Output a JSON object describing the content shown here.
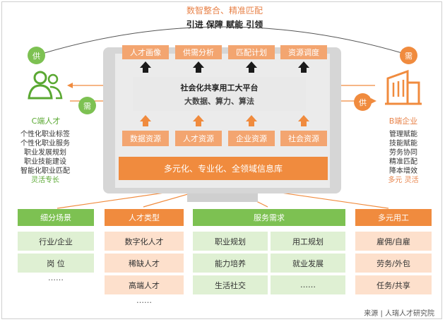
{
  "top": {
    "title": "数智整合、精准匹配",
    "subtitle": "引进 保障 赋能 引领"
  },
  "outputs": [
    "人才画像",
    "供需分析",
    "匹配计划",
    "资源调度"
  ],
  "platform": {
    "title": "社会化共享用工大平台",
    "subtitle": "大数据、算力、算法"
  },
  "resources": [
    "数据资源",
    "人才资源",
    "企业资源",
    "社会资源"
  ],
  "resource_bar": "多元化、专业化、全领域信息库",
  "left": {
    "supply_badge": "供",
    "demand_badge": "需",
    "title": "C端人才",
    "items": [
      "个性化职业标签",
      "个性化职业服务",
      "职业发展规划",
      "职业技能建设",
      "智能化职业匹配"
    ],
    "highlight": "灵活专长"
  },
  "right": {
    "demand_badge": "需",
    "supply_badge": "供",
    "title": "B端企业",
    "items": [
      "管理赋能",
      "技能赋能",
      "劳务协同",
      "精准匹配",
      "降本增效"
    ],
    "highlight": "多元 灵活"
  },
  "bottom": {
    "segment": {
      "header": "细分场景",
      "items": [
        "行业/企业",
        "岗 位",
        "……"
      ]
    },
    "talent": {
      "header": "人才类型",
      "items": [
        "数字化人才",
        "稀缺人才",
        "高端人才",
        "……"
      ]
    },
    "service": {
      "header": "服务需求",
      "left": [
        "职业规划",
        "能力培养",
        "生活社交"
      ],
      "right": [
        "用工规划",
        "就业发展",
        "……"
      ]
    },
    "employment": {
      "header": "多元用工",
      "items": [
        "雇佣/自雇",
        "劳务/外包",
        "任务/共享"
      ]
    }
  },
  "source": "来源 | 人瑞人才研究院",
  "colors": {
    "orange": "#f08b3e",
    "light_orange": "#f3a570",
    "green": "#7dc152",
    "light_green": "#dff0d3",
    "dark_arrow": "#1a1a1a",
    "gray": "#d6d6d6"
  }
}
